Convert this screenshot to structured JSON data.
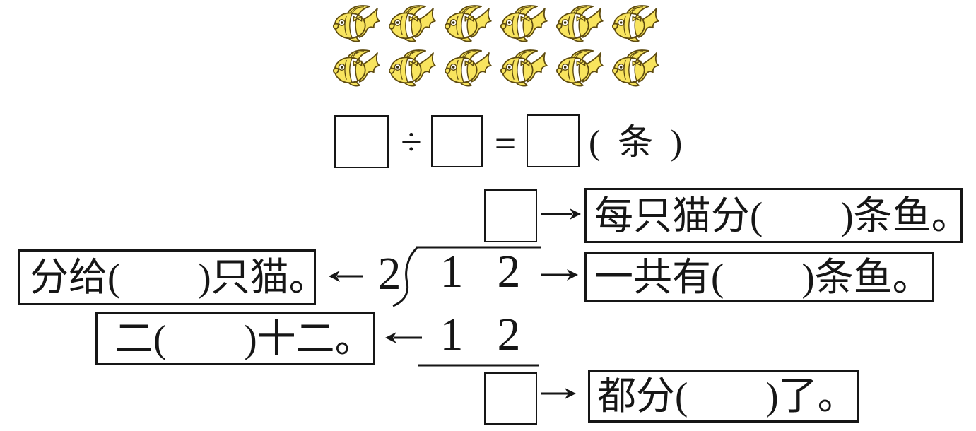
{
  "background": "#ffffff",
  "ink_color": "#161616",
  "fish": {
    "rows": 2,
    "per_row": 6,
    "total": 12,
    "body_color": "#F8E45E",
    "outline_color": "#5E4B10",
    "stripe_color": "#FFFFFF",
    "eye_color": "#3A2E08"
  },
  "equation": {
    "operator": "÷",
    "equals": "=",
    "unit_label": "( 条 )"
  },
  "long_division": {
    "divisor": "2",
    "dividend": [
      "1",
      "2"
    ],
    "product": [
      "1",
      "2"
    ]
  },
  "notes": {
    "quotient": "每只猫分(　　)条鱼。",
    "dividend": "一共有(　　)条鱼。",
    "divisor": "分给(　　)只猫。",
    "product": "二(　　)十二。",
    "remainder": "都分(　　)了。"
  }
}
